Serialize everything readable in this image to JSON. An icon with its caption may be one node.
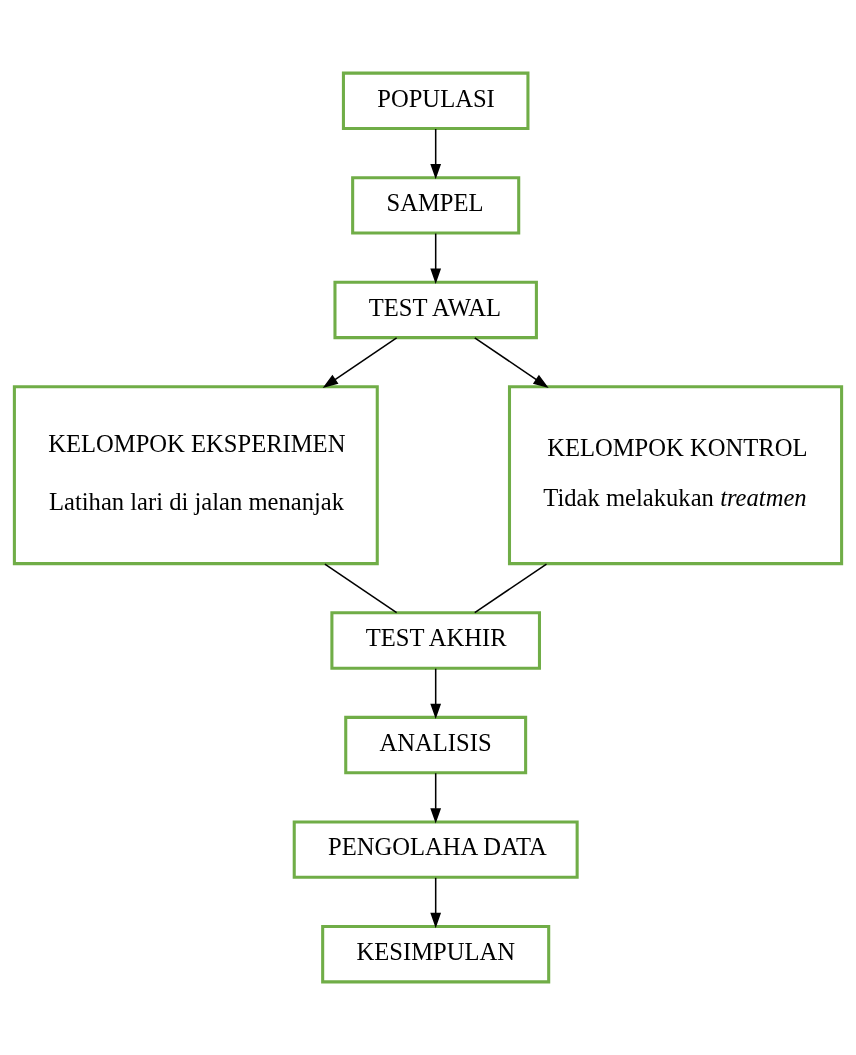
{
  "diagram": {
    "nodes": [
      {
        "text": [
          "POPULASI"
        ]
      },
      {
        "text": [
          "SAMPEL"
        ]
      },
      {
        "text": [
          "TEST AWAL"
        ]
      },
      {
        "text": [
          "KELOMPOK EKSPERIMEN",
          "Latihan lari di jalan menanjak"
        ]
      },
      {
        "text": [
          "KELOMPOK KONTROL",
          "Tidak melakukan *treatmen*"
        ]
      },
      {
        "text": [
          "TEST AKHIR"
        ]
      },
      {
        "text": [
          "ANALISIS"
        ]
      },
      {
        "text": [
          "PENGOLAHA DATA"
        ]
      },
      {
        "text": [
          "KESIMPULAN"
        ]
      }
    ],
    "edges": [
      {
        "from": 0,
        "to": 1,
        "arrow": "to"
      },
      {
        "from": 1,
        "to": 2,
        "arrow": "to"
      },
      {
        "from": 2,
        "to": 3,
        "arrow": "to"
      },
      {
        "from": 2,
        "to": 4,
        "arrow": "to"
      },
      {
        "from": 3,
        "to": 5,
        "arrow": "none"
      },
      {
        "from": 4,
        "to": 5,
        "arrow": "none"
      },
      {
        "from": 5,
        "to": 6,
        "arrow": "to"
      },
      {
        "from": 6,
        "to": 7,
        "arrow": "to"
      },
      {
        "from": 7,
        "to": 8,
        "arrow": "to"
      }
    ]
  }
}
